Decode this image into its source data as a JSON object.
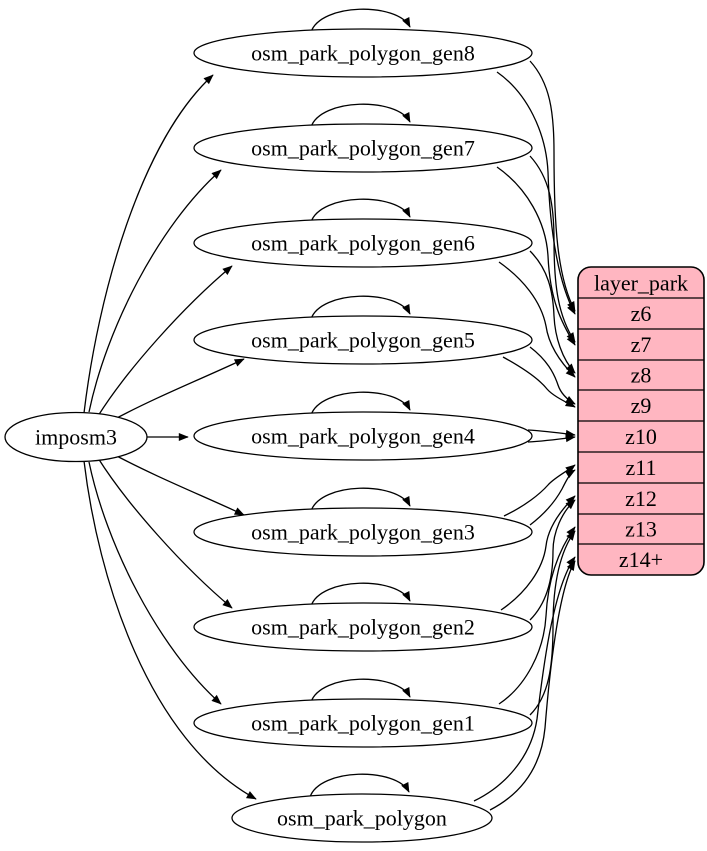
{
  "diagram": {
    "source": {
      "label": "imposm3"
    },
    "tables": [
      {
        "label": "osm_park_polygon_gen8",
        "zoom": "z6"
      },
      {
        "label": "osm_park_polygon_gen7",
        "zoom": "z7"
      },
      {
        "label": "osm_park_polygon_gen6",
        "zoom": "z8"
      },
      {
        "label": "osm_park_polygon_gen5",
        "zoom": "z9"
      },
      {
        "label": "osm_park_polygon_gen4",
        "zoom": "z10"
      },
      {
        "label": "osm_park_polygon_gen3",
        "zoom": "z11"
      },
      {
        "label": "osm_park_polygon_gen2",
        "zoom": "z12"
      },
      {
        "label": "osm_park_polygon_gen1",
        "zoom": "z13"
      },
      {
        "label": "osm_park_polygon",
        "zoom": "z14+"
      }
    ],
    "layer_table": {
      "header": "layer_park",
      "rows": [
        "z6",
        "z7",
        "z8",
        "z9",
        "z10",
        "z11",
        "z12",
        "z13",
        "z14+"
      ]
    },
    "edges": {
      "from_source": [
        {
          "from": "imposm3",
          "to": "osm_park_polygon_gen8"
        },
        {
          "from": "imposm3",
          "to": "osm_park_polygon_gen7"
        },
        {
          "from": "imposm3",
          "to": "osm_park_polygon_gen6"
        },
        {
          "from": "imposm3",
          "to": "osm_park_polygon_gen5"
        },
        {
          "from": "imposm3",
          "to": "osm_park_polygon_gen4"
        },
        {
          "from": "imposm3",
          "to": "osm_park_polygon_gen3"
        },
        {
          "from": "imposm3",
          "to": "osm_park_polygon_gen2"
        },
        {
          "from": "imposm3",
          "to": "osm_park_polygon_gen1"
        },
        {
          "from": "imposm3",
          "to": "osm_park_polygon"
        }
      ],
      "self_loops": [
        "osm_park_polygon_gen8",
        "osm_park_polygon_gen7",
        "osm_park_polygon_gen6",
        "osm_park_polygon_gen5",
        "osm_park_polygon_gen4",
        "osm_park_polygon_gen3",
        "osm_park_polygon_gen2",
        "osm_park_polygon_gen1",
        "osm_park_polygon"
      ],
      "to_layer_rows": [
        {
          "from": "osm_park_polygon_gen8",
          "to": "z6",
          "parallel": 2
        },
        {
          "from": "osm_park_polygon_gen7",
          "to": "z7",
          "parallel": 2
        },
        {
          "from": "osm_park_polygon_gen6",
          "to": "z8",
          "parallel": 2
        },
        {
          "from": "osm_park_polygon_gen5",
          "to": "z9",
          "parallel": 2
        },
        {
          "from": "osm_park_polygon_gen4",
          "to": "z10",
          "parallel": 2
        },
        {
          "from": "osm_park_polygon_gen3",
          "to": "z11",
          "parallel": 2
        },
        {
          "from": "osm_park_polygon_gen2",
          "to": "z12",
          "parallel": 2
        },
        {
          "from": "osm_park_polygon_gen1",
          "to": "z13",
          "parallel": 2
        },
        {
          "from": "osm_park_polygon",
          "to": "z14+",
          "parallel": 2
        }
      ]
    },
    "colors": {
      "layer_fill": "#ffb6c1",
      "node_fill": "#ffffff",
      "stroke": "#000000",
      "text": "#000000"
    }
  }
}
